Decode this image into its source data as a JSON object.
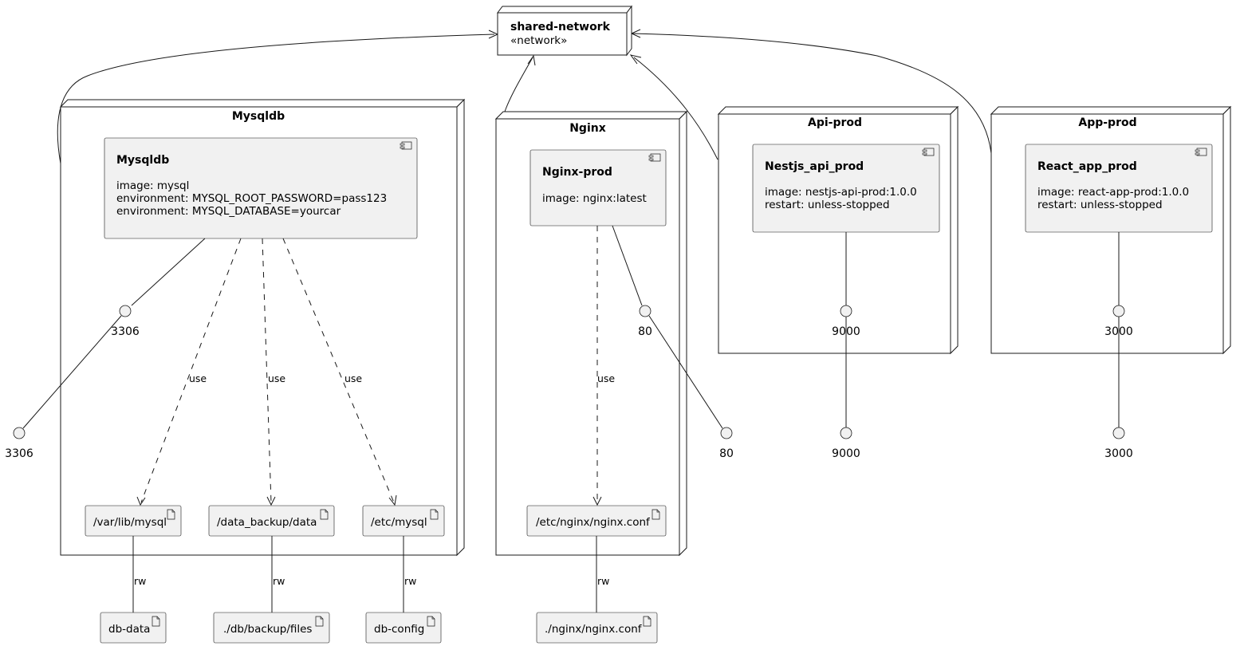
{
  "network": {
    "name": "shared-network",
    "stereotype": "«network»"
  },
  "nodes": {
    "mysqldb": {
      "title": "Mysqldb",
      "component": {
        "name": "Mysqldb",
        "lines": [
          "image: mysql",
          "environment: MYSQL_ROOT_PASSWORD=pass123",
          "environment: MYSQL_DATABASE=yourcar"
        ]
      },
      "port": "3306",
      "volumes": [
        "/var/lib/mysql",
        "/data_backup/data",
        "/etc/mysql"
      ]
    },
    "nginx": {
      "title": "Nginx",
      "component": {
        "name": "Nginx-prod",
        "lines": [
          "image: nginx:latest"
        ]
      },
      "port": "80",
      "volumes": [
        "/etc/nginx/nginx.conf"
      ]
    },
    "api": {
      "title": "Api-prod",
      "component": {
        "name": "Nestjs_api_prod",
        "lines": [
          "image: nestjs-api-prod:1.0.0",
          "restart: unless-stopped"
        ]
      },
      "port": "9000"
    },
    "app": {
      "title": "App-prod",
      "component": {
        "name": "React_app_prod",
        "lines": [
          "image: react-app-prod:1.0.0",
          "restart: unless-stopped"
        ]
      },
      "port": "3000"
    }
  },
  "external_ports": [
    "3306",
    "80",
    "9000",
    "3000"
  ],
  "host_volumes": [
    "db-data",
    "./db/backup/files",
    "db-config",
    "./nginx/nginx.conf"
  ],
  "edge_labels": {
    "use": "use",
    "rw": "rw"
  }
}
